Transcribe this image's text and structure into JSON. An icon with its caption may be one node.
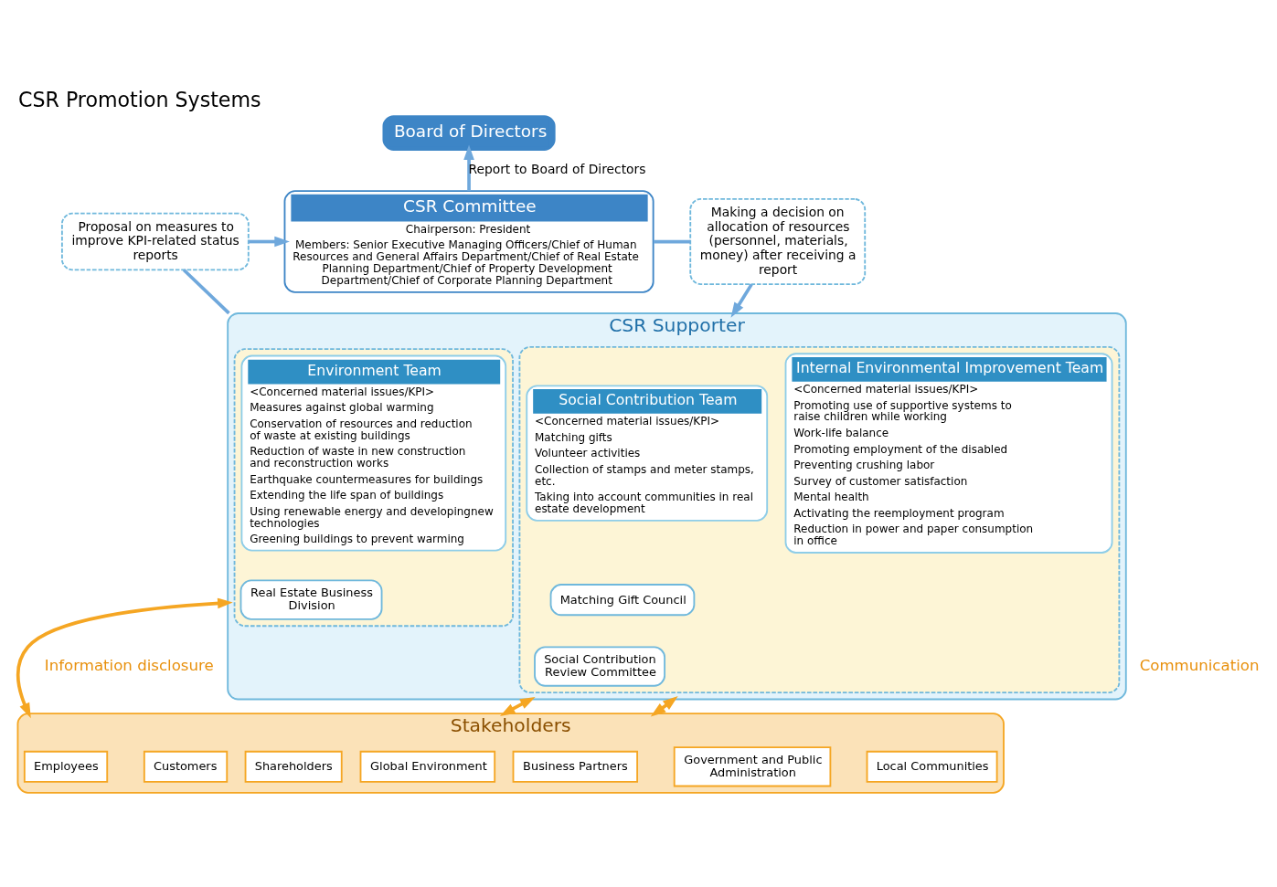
{
  "diagram": {
    "title": "CSR Promotion Systems",
    "nodes": [
      {
        "text": [
          "Board of Directors"
        ]
      },
      {
        "text": [
          "CSR Committee",
          "Chairperson: President",
          "Members: Senior Executive Managing Officers/Chief of Human Resources and General Affairs Department/Chief of Real Estate Planning Department/Chief of Property Development Department/Chief of Corporate Planning Department"
        ]
      },
      {
        "text": [
          "Proposal on measures to improve KPI-related status reports"
        ]
      },
      {
        "text": [
          "Making a decision on allocation of resources (personnel, materials, money) after receiving a report"
        ]
      },
      {
        "text": [
          "CSR Supporter"
        ]
      },
      {
        "text": [],
        "shape": "box",
        "in": 4
      },
      {
        "text": [
          "Environment Team",
          "<Concerned material issues/KPI>",
          "Measures against global warming",
          "Conservation of resources and reduction of waste at existing buildings",
          "Reduction of waste in new construction and reconstruction works",
          "Earthquake countermeasures for buildings",
          "Extending the life span of buildings",
          "Using renewable energy and developingnew technologies",
          "Greening buildings to prevent warming"
        ],
        "in": 5
      },
      {
        "text": [
          "Real Estate Business Division"
        ],
        "in": 5
      },
      {
        "text": [],
        "shape": "box",
        "in": 4
      },
      {
        "text": [
          "Internal Environmental Improvement Team",
          "<Concerned material issues/KPI>",
          "Promoting use of supportive systems to raise children while working",
          "Work-life balance",
          "Promoting employment of the disabled",
          "Preventing crushing labor",
          "Survey of customer satisfaction",
          "Mental health",
          "Activating the reemployment program",
          "Reduction in power and paper consumption in office"
        ],
        "in": 8
      },
      {
        "text": [
          "Social Contribution Team",
          "<Concerned material issues/KPI>",
          "Matching gifts",
          "Volunteer activities",
          "Collection of stamps and meter stamps, etc.",
          "Taking into account communities in real estate development"
        ],
        "in": 8
      },
      {
        "text": [
          "Matching Gift Council"
        ],
        "in": 8
      },
      {
        "text": [
          "Social Contribution Review Committee"
        ],
        "in": 8
      },
      {
        "text": [
          "Stakeholders"
        ]
      },
      {
        "text": [
          "Shareholders"
        ],
        "in": 13
      },
      {
        "text": [
          "Employees"
        ],
        "in": 13
      },
      {
        "text": [
          "Customers"
        ],
        "in": 13
      },
      {
        "text": [
          "Business Partners"
        ],
        "in": 13
      },
      {
        "text": [
          "Government and Public Administration"
        ],
        "in": 13
      },
      {
        "text": [
          "Local Communities"
        ],
        "in": 13
      },
      {
        "text": [
          "Global Environment"
        ],
        "in": 13
      }
    ],
    "edges": [
      {
        "from": 1,
        "to": 0,
        "arrow": "to",
        "label": "Report to Board of Directors"
      },
      {
        "from": 4,
        "to": 2,
        "arrow": "none"
      },
      {
        "from": 2,
        "to": 1,
        "arrow": "to"
      },
      {
        "from": 1,
        "to": 3,
        "arrow": "none"
      },
      {
        "from": 3,
        "to": 4,
        "arrow": "to"
      },
      {
        "from": 4,
        "to": 13,
        "arrow": "both",
        "color": "#f5a623"
      },
      {
        "from": 4,
        "to": 13,
        "arrow": "both",
        "color": "#f5a623"
      },
      {
        "from": 4,
        "to": 13,
        "arrow": "both",
        "color": "#f5a623"
      }
    ],
    "labels": [
      "Information disclosure",
      "Communication"
    ]
  }
}
